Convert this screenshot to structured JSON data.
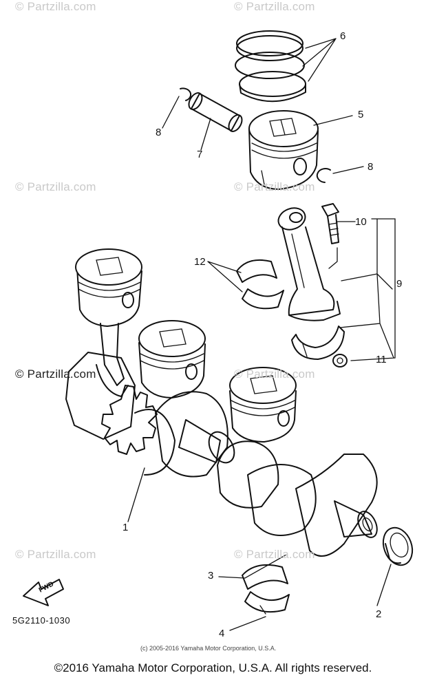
{
  "watermark": "© Partzilla.com",
  "callouts": {
    "c1": "1",
    "c2": "2",
    "c3": "3",
    "c4": "4",
    "c5": "5",
    "c6": "6",
    "c7": "7",
    "c8a": "8",
    "c8b": "8",
    "c9": "9",
    "c10": "10",
    "c11": "11",
    "c12": "12"
  },
  "fwd_label": "FWD",
  "diagram_code": "5G2110-1030",
  "small_copyright": "(c) 2005-2016 Yamaha Motor Corporation, U.S.A.",
  "footer_copyright": "©2016 Yamaha Motor Corporation, U.S.A. All rights reserved."
}
